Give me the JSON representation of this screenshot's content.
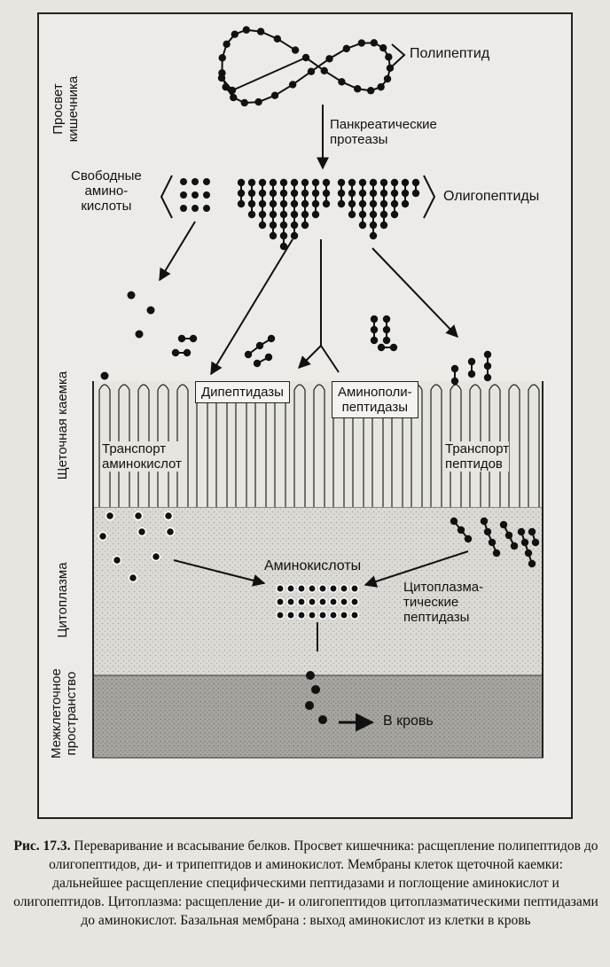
{
  "figure": {
    "side_labels": {
      "lumen": "Просвет\nкишечника",
      "brush_border": "Щеточная каемка",
      "cytoplasm": "Цитоплазма",
      "interstitial": "Межклеточное\nпространство"
    },
    "labels": {
      "polypeptide": "Полипептид",
      "pancreatic_proteases": "Панкреатические\nпротеазы",
      "free_amino_acids": "Свободные\nамино-\nкислоты",
      "oligopeptides": "Олигопептиды",
      "dipeptidases": "Дипептидазы",
      "aminopolypeptidases": "Аминополи-\nпептидазы",
      "amino_acid_transport": "Транспорт\nаминокислот",
      "peptide_transport": "Транспорт\nпептидов",
      "amino_acids": "Аминокислоты",
      "cytoplasmic_peptidases": "Цитоплазма-\nтические\nпептидазы",
      "to_blood": "В кровь"
    }
  },
  "caption": {
    "figure_number": "Рис. 17.3.",
    "text": "Переваривание и всасывание белков. Просвет кишечника: расщепление полипептидов до олигопептидов, ди- и трипептидов и аминокислот. Мембраны клеток щеточной каемки: дальнейшее расщепление специфическими пептидазами и поглощение аминокислот и олигопептидов. Цитоплазма: расщепление ди- и олигопептидов цитоплазматическими пептидазами до аминокислот. Базальная мембрана : выход аминокислот из клетки в кровь"
  }
}
